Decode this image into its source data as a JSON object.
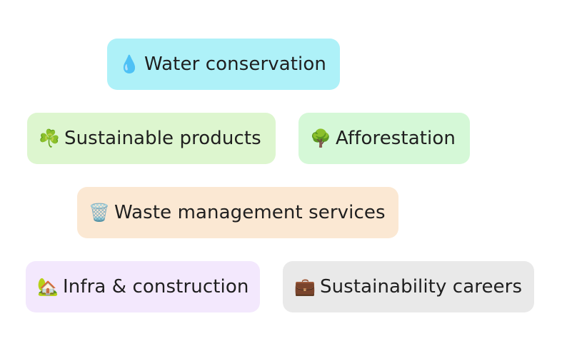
{
  "chips": [
    {
      "icon": "💧",
      "icon_name": "water-drop-icon",
      "label": "Water conservation",
      "color": "#aef1f8"
    },
    {
      "icon": "☘️",
      "icon_name": "shamrock-icon",
      "label": "Sustainable products",
      "color": "#ddf6cf"
    },
    {
      "icon": "🌳",
      "icon_name": "tree-icon",
      "label": "Afforestation",
      "color": "#d5f8d7"
    },
    {
      "icon": "🗑️",
      "icon_name": "wastebasket-icon",
      "label": "Waste management services",
      "color": "#fbe8d3"
    },
    {
      "icon": "🏡",
      "icon_name": "house-garden-icon",
      "label": "Infra & construction",
      "color": "#f3e8fd"
    },
    {
      "icon": "💼",
      "icon_name": "briefcase-icon",
      "label": "Sustainability careers",
      "color": "#e9e9e9"
    }
  ]
}
